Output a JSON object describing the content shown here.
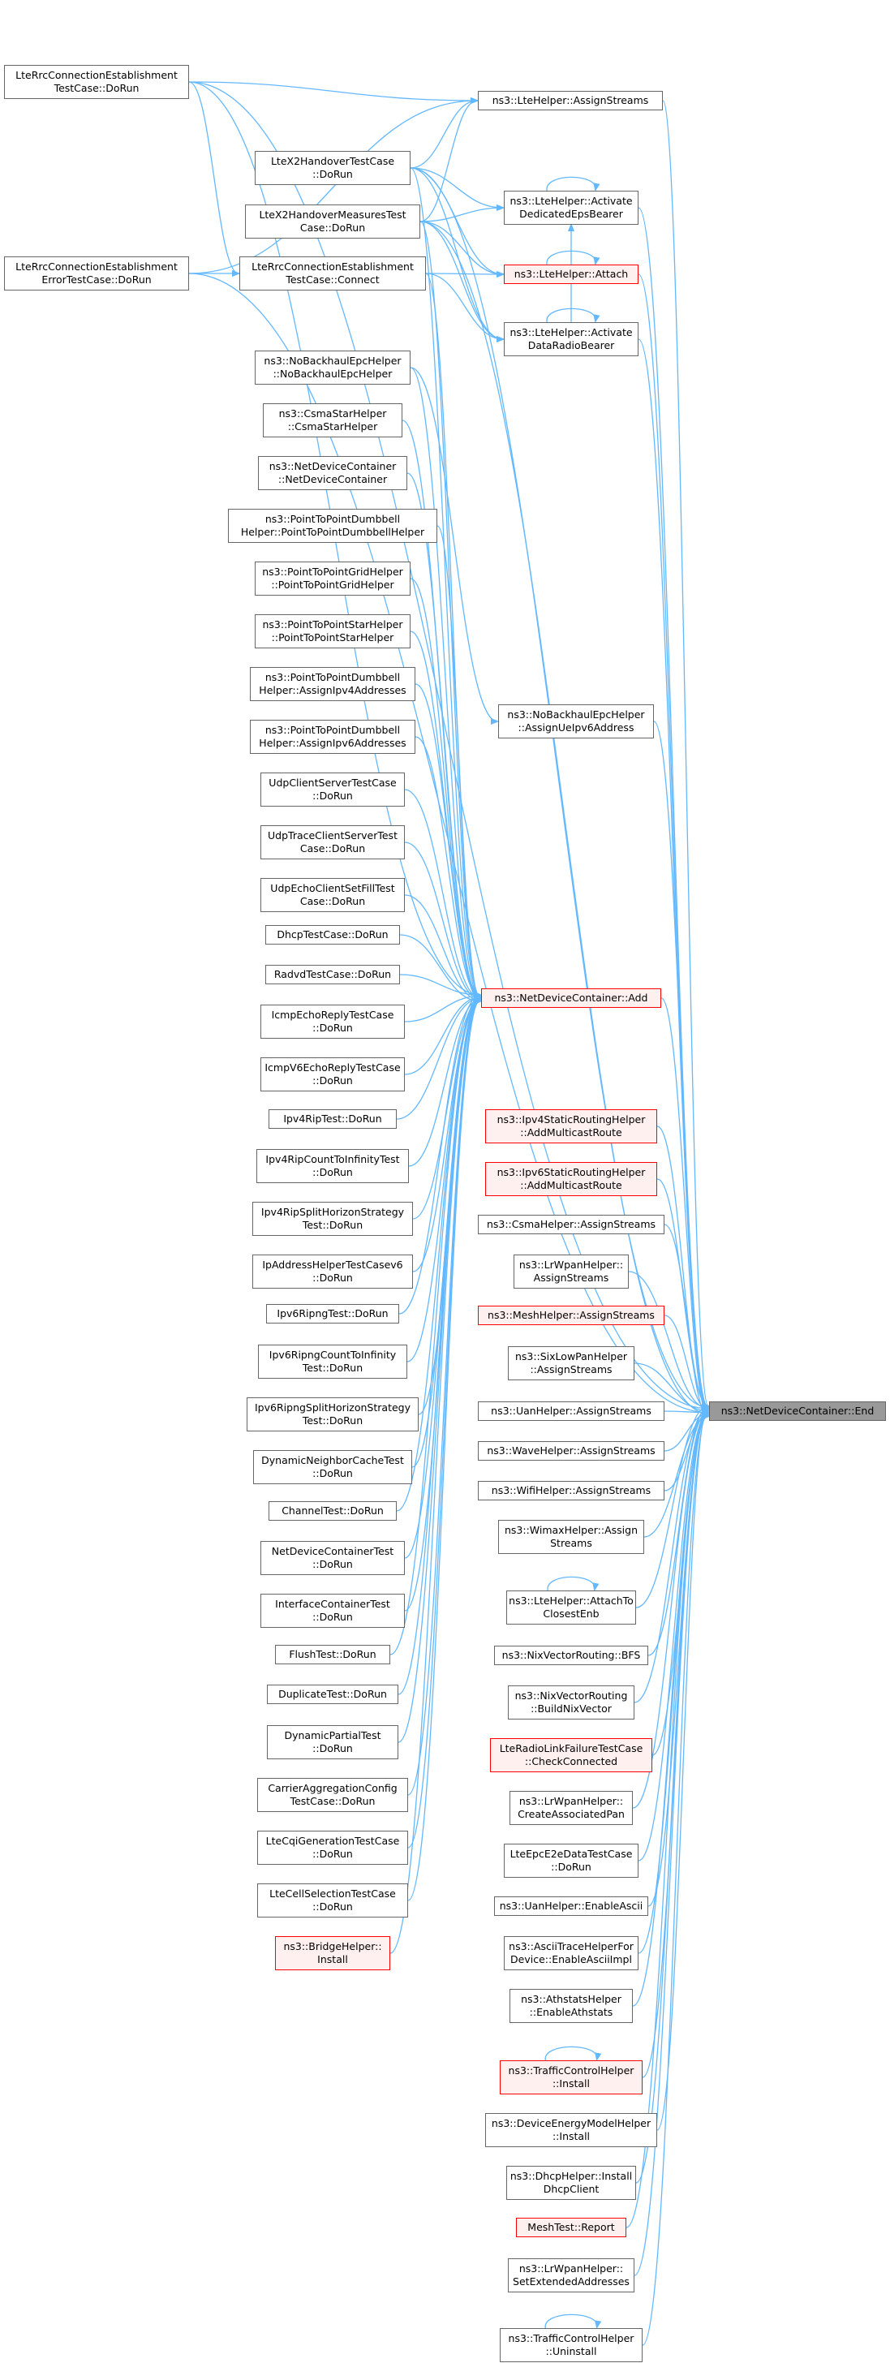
{
  "target": "ns3::NetDeviceContainer::End",
  "hub": "ns3::NetDeviceContainer::Add",
  "nodes": {
    "lte_rrc_ce_doRun": "LteRrcConnectionEstablishment\nTestCase::DoRun",
    "lte_rrc_ce_err_doRun": "LteRrcConnectionEstablishment\nErrorTestCase::DoRun",
    "lte_x2ho_doRun": "LteX2HandoverTestCase\n::DoRun",
    "lte_x2hom_doRun": "LteX2HandoverMeasuresTest\nCase::DoRun",
    "lte_rrc_connect": "LteRrcConnectionEstablishment\nTestCase::Connect",
    "lte_assign": "ns3::LteHelper::AssignStreams",
    "lte_act_ded": "ns3::LteHelper::Activate\nDedicatedEpsBearer",
    "lte_attach": "ns3::LteHelper::Attach",
    "lte_act_drb": "ns3::LteHelper::Activate\nDataRadioBearer",
    "nobackhaul_ctor": "ns3::NoBackhaulEpcHelper\n::NoBackhaulEpcHelper",
    "csma_ctor": "ns3::CsmaStarHelper\n::CsmaStarHelper",
    "ndc_ctor": "ns3::NetDeviceContainer\n::NetDeviceContainer",
    "p2p_db_ctor": "ns3::PointToPointDumbbell\nHelper::PointToPointDumbbellHelper",
    "p2p_grid_ctor": "ns3::PointToPointGridHelper\n::PointToPointGridHelper",
    "p2p_star_ctor": "ns3::PointToPointStarHelper\n::PointToPointStarHelper",
    "p2p_db_v4": "ns3::PointToPointDumbbell\nHelper::AssignIpv4Addresses",
    "p2p_db_v6": "ns3::PointToPointDumbbell\nHelper::AssignIpv6Addresses",
    "udp_cs": "UdpClientServerTestCase\n::DoRun",
    "udp_tcs": "UdpTraceClientServerTest\nCase::DoRun",
    "udp_echo": "UdpEchoClientSetFillTest\nCase::DoRun",
    "dhcp_test": "DhcpTestCase::DoRun",
    "radvd_test": "RadvdTestCase::DoRun",
    "icmp_echo": "IcmpEchoReplyTestCase\n::DoRun",
    "icmpv6_echo": "IcmpV6EchoReplyTestCase\n::DoRun",
    "ipv4rip": "Ipv4RipTest::DoRun",
    "ipv4rip_cti": "Ipv4RipCountToInfinityTest\n::DoRun",
    "ipv4rip_shs": "Ipv4RipSplitHorizonStrategy\nTest::DoRun",
    "ipaddr_v6": "IpAddressHelperTestCasev6\n::DoRun",
    "ipv6ripng": "Ipv6RipngTest::DoRun",
    "ipv6ripng_cti": "Ipv6RipngCountToInfinity\nTest::DoRun",
    "ipv6ripng_shs": "Ipv6RipngSplitHorizonStrategy\nTest::DoRun",
    "dyn_neighbor": "DynamicNeighborCacheTest\n::DoRun",
    "channel_test": "ChannelTest::DoRun",
    "ndc_test": "NetDeviceContainerTest\n::DoRun",
    "iface_test": "InterfaceContainerTest\n::DoRun",
    "flush_test": "FlushTest::DoRun",
    "dup_test": "DuplicateTest::DoRun",
    "dyn_partial": "DynamicPartialTest\n::DoRun",
    "carrier_agg": "CarrierAggregationConfig\nTestCase::DoRun",
    "lte_cqi": "LteCqiGenerationTestCase\n::DoRun",
    "lte_cellsel": "LteCellSelectionTestCase\n::DoRun",
    "bridge_install": "ns3::BridgeHelper::\nInstall",
    "nobackhaul_assign": "ns3::NoBackhaulEpcHelper\n::AssignUeIpv6Address",
    "ndc_add": "ns3::NetDeviceContainer::Add",
    "ipv4_static_mc": "ns3::Ipv4StaticRoutingHelper\n::AddMulticastRoute",
    "ipv6_static_mc": "ns3::Ipv6StaticRoutingHelper\n::AddMulticastRoute",
    "csma_assign": "ns3::CsmaHelper::AssignStreams",
    "lrwpan_assign": "ns3::LrWpanHelper::\nAssignStreams",
    "mesh_assign": "ns3::MeshHelper::AssignStreams",
    "sixlowpan_assign": "ns3::SixLowPanHelper\n::AssignStreams",
    "uan_assign": "ns3::UanHelper::AssignStreams",
    "wave_assign": "ns3::WaveHelper::AssignStreams",
    "wifi_assign": "ns3::WifiHelper::AssignStreams",
    "wimax_assign": "ns3::WimaxHelper::Assign\nStreams",
    "lte_attach_closest": "ns3::LteHelper::AttachTo\nClosestEnb",
    "nix_bfs": "ns3::NixVectorRouting::BFS",
    "nix_build": "ns3::NixVectorRouting\n::BuildNixVector",
    "lte_rlf": "LteRadioLinkFailureTestCase\n::CheckConnected",
    "lrwpan_cap": "ns3::LrWpanHelper::\nCreateAssociatedPan",
    "lte_epc_e2e": "LteEpcE2eDataTestCase\n::DoRun",
    "uan_ascii": "ns3::UanHelper::EnableAscii",
    "ascii_trace": "ns3::AsciiTraceHelperFor\nDevice::EnableAsciiImpl",
    "athstats": "ns3::AthstatsHelper\n::EnableAthstats",
    "tc_install": "ns3::TrafficControlHelper\n::Install",
    "energy_install": "ns3::DeviceEnergyModelHelper\n::Install",
    "dhcp_install": "ns3::DhcpHelper::Install\nDhcpClient",
    "mesh_report": "MeshTest::Report",
    "lrwpan_ext": "ns3::LrWpanHelper::\nSetExtendedAddresses",
    "tc_uninstall": "ns3::TrafficControlHelper\n::Uninstall",
    "ndc_end": "ns3::NetDeviceContainer::End"
  },
  "colors": {
    "edge": "#63b8ff",
    "node_border": "#666666",
    "highlight_border": "#ff0000",
    "highlight_fill": "#fff0f0",
    "target_fill": "#999999"
  }
}
